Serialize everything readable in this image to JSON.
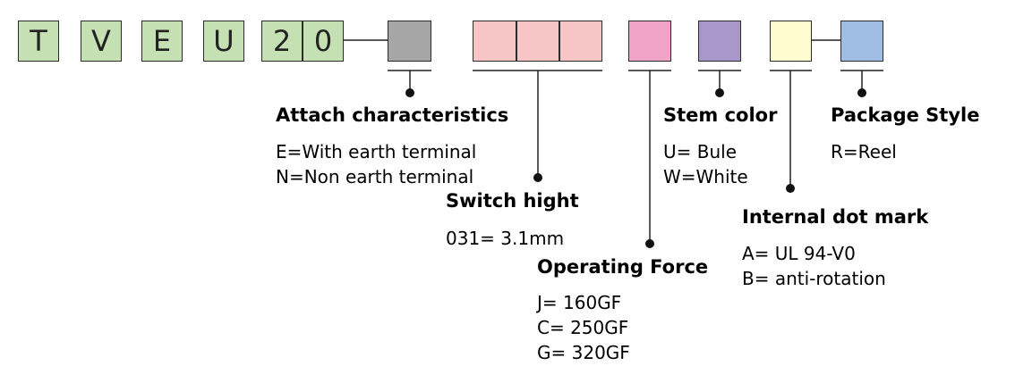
{
  "code_letters": [
    "T",
    "V",
    "E",
    "U",
    "2",
    "0"
  ],
  "colors": {
    "letter_box": "#c5e0b3",
    "attach_box": "#a6a6a6",
    "height_box": "#f7c5c5",
    "force_box": "#f2a3c8",
    "stem_box": "#a897c8",
    "dot_box": "#fffdd0",
    "package_box": "#a0bde6"
  },
  "sections": {
    "attach": {
      "title": "Attach characteristics",
      "options": [
        "E=With earth terminal",
        "N=Non earth terminal"
      ]
    },
    "height": {
      "title": "Switch hight",
      "options": [
        "031=  3.1mm"
      ]
    },
    "force": {
      "title": "Operating Force",
      "options": [
        "J=  160GF",
        "C= 250GF",
        "G= 320GF"
      ]
    },
    "stem": {
      "title": "Stem color",
      "options": [
        "U= Bule",
        "W=White"
      ]
    },
    "dot": {
      "title": "Internal dot mark",
      "options": [
        "A= UL 94-V0",
        "B= anti-rotation"
      ]
    },
    "package": {
      "title": "Package Style",
      "options": [
        "R=Reel"
      ]
    }
  }
}
